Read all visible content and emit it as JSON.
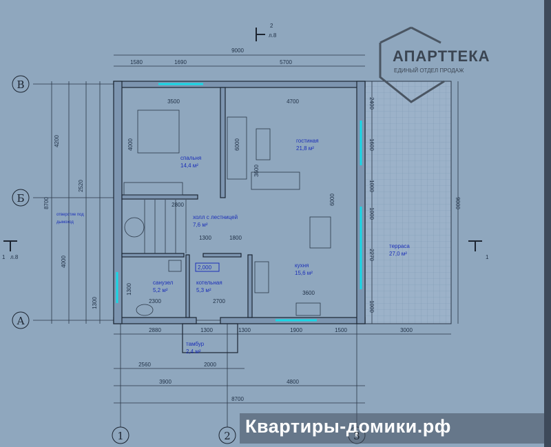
{
  "plan": {
    "section_top": {
      "number": "2",
      "sheet": "л.8"
    },
    "section_left": {
      "number": "1",
      "sheet": "л.8"
    },
    "section_right": {
      "number": "1"
    },
    "axes_rows": [
      "В",
      "Б",
      "А"
    ],
    "axes_cols": [
      "1",
      "2",
      "3"
    ],
    "dims_top": [
      "9000",
      "1580",
      "1690",
      "5700"
    ],
    "dims_bottom": [
      "2880",
      "1300",
      "1300",
      "1900",
      "1500",
      "3000",
      "2560",
      "2000",
      "3900",
      "4800",
      "8700"
    ],
    "dims_left": [
      "4200",
      "8700",
      "4000",
      "2520",
      "1300"
    ],
    "dims_right": [
      "9000",
      "2400",
      "1600",
      "1000",
      "1000",
      "2270",
      "1000"
    ],
    "dims_inner": [
      "3500",
      "4700",
      "4000",
      "6000",
      "3600",
      "6000",
      "2800",
      "1300",
      "1800",
      "2300",
      "2700",
      "3600",
      "1300"
    ],
    "rooms": [
      {
        "name": "спальня",
        "area": "14,4 м²"
      },
      {
        "name": "гостиная",
        "area": "21,8 м²"
      },
      {
        "name": "холл с лестницей",
        "area": "7,6 м²"
      },
      {
        "name": "кухня",
        "area": "15,6 м²"
      },
      {
        "name": "санузел",
        "area": "5,2 м²"
      },
      {
        "name": "котельная",
        "area": "5,3 м²"
      },
      {
        "name": "тамбур",
        "area": "2,4 м²"
      },
      {
        "name": "терраса",
        "area": "27,0 м²"
      },
      {
        "name": "отверстие под",
        "area": "дымоход"
      }
    ],
    "tag": "2,000"
  },
  "logo": {
    "title": "АПАРТТЕКА",
    "subtitle": "ЕДИНЫЙ ОТДЕЛ ПРОДАЖ"
  },
  "watermark": {
    "text": "Квартиры-домики.рф"
  }
}
